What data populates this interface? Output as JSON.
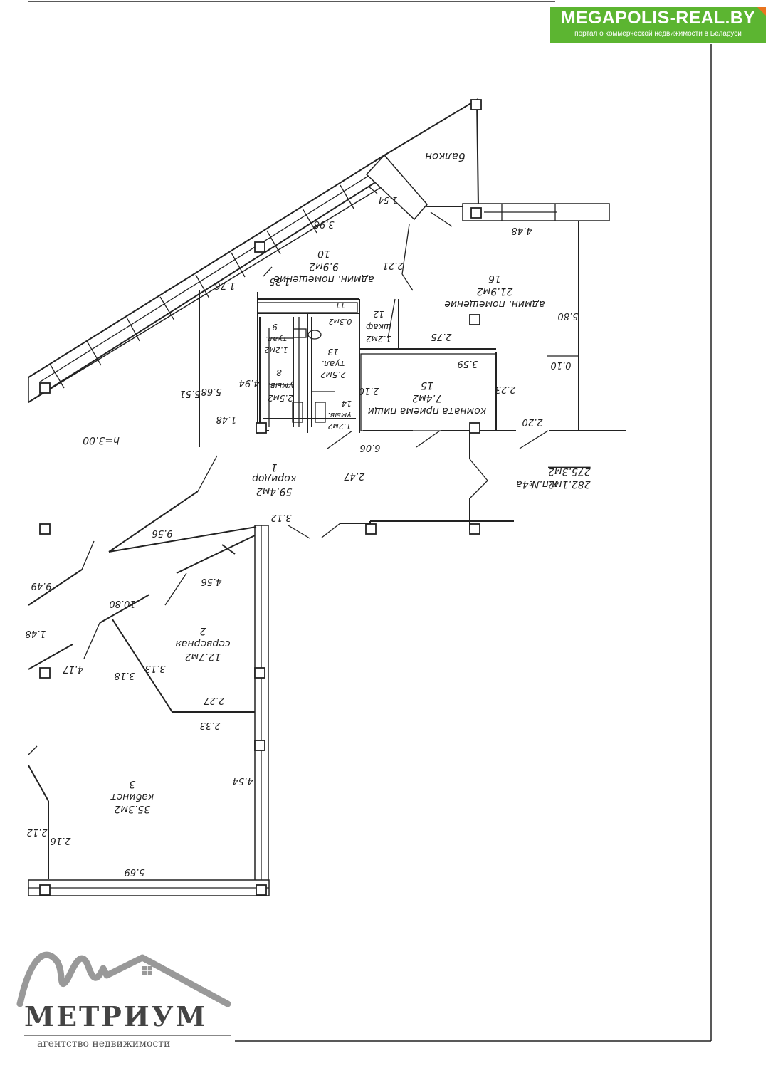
{
  "badge": {
    "title": "MEGAPOLIS-REAL.BY",
    "subtitle": "портал о коммерческой недвижимости в Беларуси",
    "color": "#5cb531",
    "corner_color": "#e8741e"
  },
  "logo": {
    "name": "МЕТРИУМ",
    "tagline": "агентство недвижимости",
    "icon": "house-roof-icon"
  },
  "plan": {
    "summary": {
      "unit": "и.п.№4а",
      "total": "282.1м2",
      "useful": "275.3м2"
    },
    "height_note": "h=3.00",
    "rooms": [
      {
        "id": "1",
        "name": "коридор",
        "area": "59.4м2"
      },
      {
        "id": "2",
        "name": "серверная",
        "area": "12.7м2"
      },
      {
        "id": "3",
        "name": "кабинет",
        "area": "35.3м2"
      },
      {
        "id": "8",
        "name": "умыв.",
        "area": "2.5м2"
      },
      {
        "id": "9",
        "name": "туал.",
        "area": "1.2м2"
      },
      {
        "id": "10",
        "name": "админ. помещение",
        "area": "9.9м2"
      },
      {
        "id": "11",
        "name": "",
        "area": "0.3м2"
      },
      {
        "id": "12",
        "name": "шкаф",
        "area": "1.2м2"
      },
      {
        "id": "13",
        "name": "туал.",
        "area": "2.5м2"
      },
      {
        "id": "14",
        "name": "умыв.",
        "area": "1.2м2"
      },
      {
        "id": "15",
        "name": "комната приема пищи",
        "area": "7.4м2"
      },
      {
        "id": "16",
        "name": "админ. помещение",
        "area": "21.9м2"
      }
    ],
    "balcony": "балкон",
    "dimensions": [
      "3.98",
      "1.54",
      "4.48",
      "2.21",
      "1.35",
      "1.76",
      "5.80",
      "2.75",
      "3.59",
      "0.10",
      "2.23",
      "2.10",
      "4.94",
      "5.68",
      "5.51",
      "1.48",
      "6.06",
      "2.20",
      "2.47",
      "3.12",
      "9.56",
      "9.49",
      "4.56",
      "10.80",
      "1.48",
      "4.17",
      "3.18",
      "3.13",
      "2.27",
      "2.33",
      "4.54",
      "5.69",
      "2.16",
      "2.12"
    ]
  }
}
